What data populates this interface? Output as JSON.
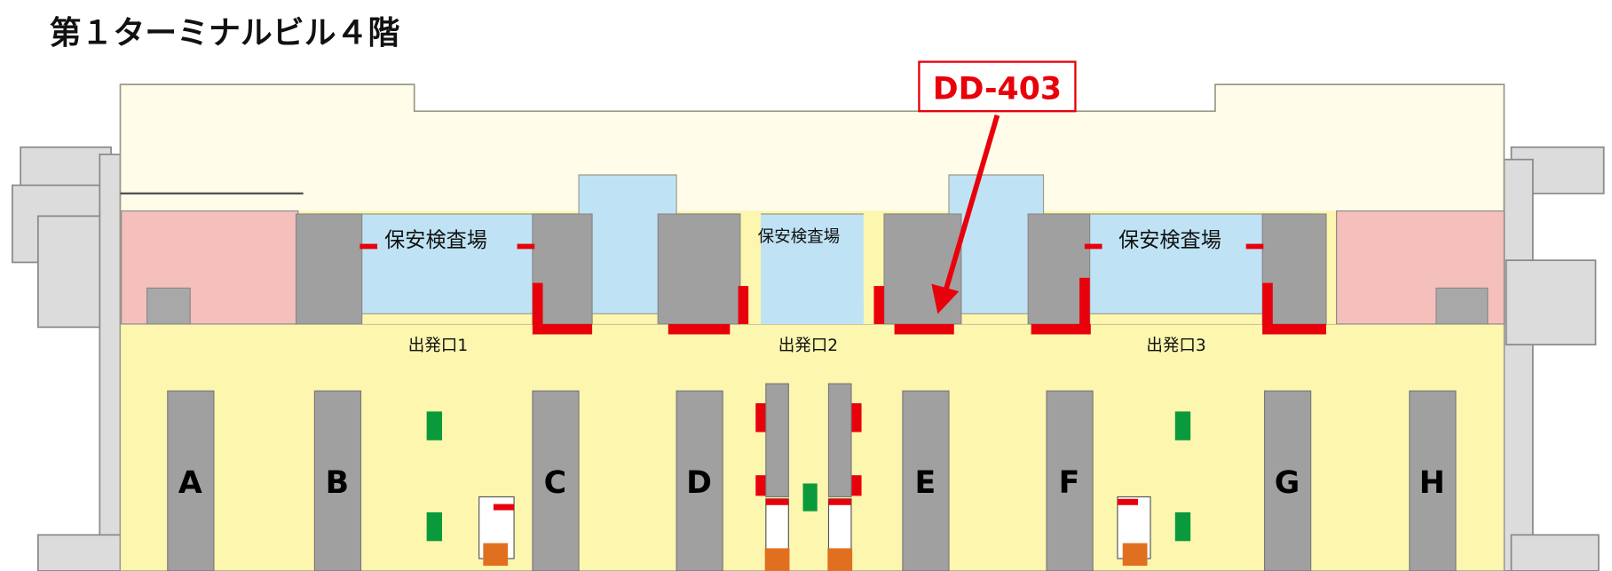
{
  "title": "第１ターミナルビル４階",
  "callout": {
    "label": "DD-403",
    "color": "#e8000b"
  },
  "security_labels": [
    "保安検査場",
    "保安検査場",
    "保安検査場"
  ],
  "departure_labels": [
    "出発口1",
    "出発口2",
    "出発口3"
  ],
  "gates": [
    "A",
    "B",
    "C",
    "D",
    "E",
    "F",
    "G",
    "H"
  ],
  "colors": {
    "public_area": "#fdf6ae",
    "restricted_area": "#fffdea",
    "security_area": "#bfe3f5",
    "office_area": "#f5bfbb",
    "facility": "#a0a0a0",
    "highlight": "#e8000b",
    "marker_green": "#0a9a3c"
  }
}
